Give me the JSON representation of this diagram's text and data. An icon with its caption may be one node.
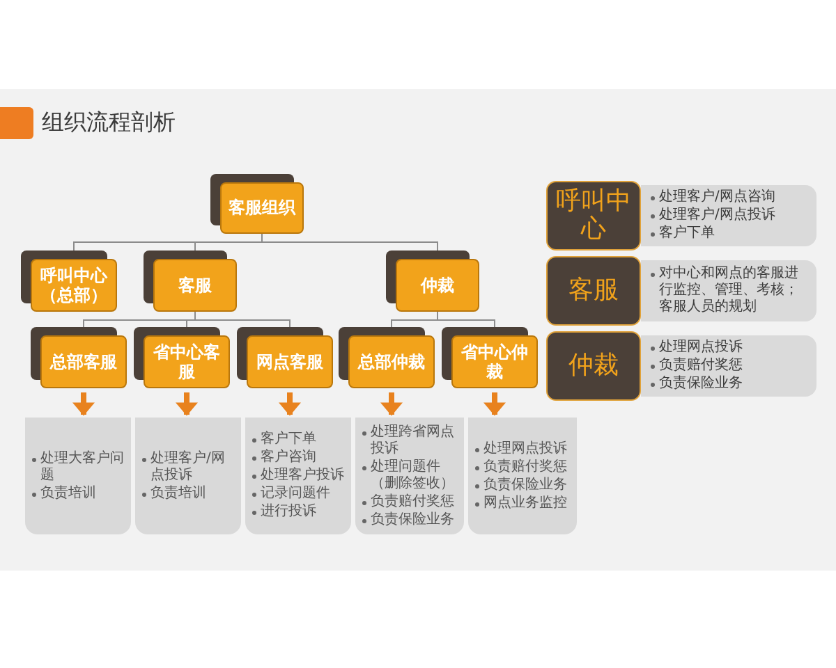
{
  "diagram": {
    "title": "组织流程剖析",
    "nodes": [
      {
        "text": [
          "客服组织"
        ]
      },
      {
        "text": [
          "呼叫中心（总部）"
        ]
      },
      {
        "text": [
          "客服"
        ]
      },
      {
        "text": [
          "仲裁"
        ]
      },
      {
        "text": [
          "总部客服"
        ]
      },
      {
        "text": [
          "省中心客服"
        ]
      },
      {
        "text": [
          "网点客服"
        ]
      },
      {
        "text": [
          "总部仲裁"
        ]
      },
      {
        "text": [
          "省中心仲裁"
        ]
      },
      {
        "text": [
          "处理大客户问题",
          "负责培训"
        ]
      },
      {
        "text": [
          "处理客户/网点投诉",
          "负责培训"
        ]
      },
      {
        "text": [
          "客户下单",
          "客户咨询",
          "处理客户投诉",
          "记录问题件",
          "进行投诉"
        ]
      },
      {
        "text": [
          "处理跨省网点投诉",
          "处理问题件（删除签收）",
          "负责赔付奖惩",
          "负责保险业务"
        ]
      },
      {
        "text": [
          "处理网点投诉",
          "负责赔付奖惩",
          "负责保险业务",
          "网点业务监控"
        ]
      },
      {
        "text": [
          "呼叫中心"
        ]
      },
      {
        "text": [
          "处理客户/网点咨询",
          "处理客户/网点投诉",
          "客户下单"
        ]
      },
      {
        "text": [
          "客服"
        ]
      },
      {
        "text": [
          "对中心和网点的客服进行监控、管理、考核；客服人员的规划"
        ]
      },
      {
        "text": [
          "仲裁"
        ]
      },
      {
        "text": [
          "处理网点投诉",
          "负责赔付奖惩",
          "负责保险业务"
        ]
      }
    ],
    "edges": [
      {
        "from": 0,
        "to": 1,
        "arrow": "none"
      },
      {
        "from": 0,
        "to": 2,
        "arrow": "none"
      },
      {
        "from": 0,
        "to": 3,
        "arrow": "none"
      },
      {
        "from": 2,
        "to": 4,
        "arrow": "none"
      },
      {
        "from": 2,
        "to": 5,
        "arrow": "none"
      },
      {
        "from": 2,
        "to": 6,
        "arrow": "none"
      },
      {
        "from": 3,
        "to": 7,
        "arrow": "none"
      },
      {
        "from": 3,
        "to": 8,
        "arrow": "none"
      },
      {
        "from": 4,
        "to": 9,
        "arrow": "to",
        "style": "thick",
        "color": "#e8821e"
      },
      {
        "from": 5,
        "to": 10,
        "arrow": "to",
        "style": "thick",
        "color": "#e8821e"
      },
      {
        "from": 6,
        "to": 11,
        "arrow": "to",
        "style": "thick",
        "color": "#e8821e"
      },
      {
        "from": 7,
        "to": 12,
        "arrow": "to",
        "style": "thick",
        "color": "#e8821e"
      },
      {
        "from": 8,
        "to": 13,
        "arrow": "to",
        "style": "thick",
        "color": "#e8821e"
      }
    ]
  }
}
